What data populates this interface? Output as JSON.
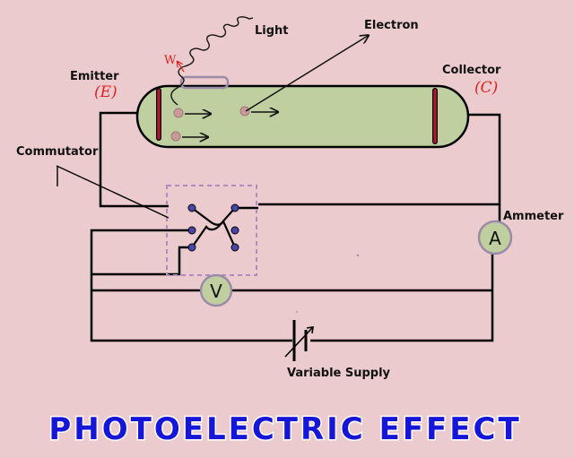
{
  "labels": {
    "light": "Light",
    "electron": "Electron",
    "emitter": "Emitter",
    "emitter_mark": "(E)",
    "collector": "Collector",
    "collector_mark": "(C)",
    "w_mark": "W",
    "commutator": "Commutator",
    "ammeter": "Ammeter",
    "ammeter_symbol": "A",
    "voltmeter_symbol": "V",
    "supply": "Variable Supply"
  },
  "title": "PHOTOELECTRIC EFFECT",
  "colors": {
    "background": "#ebcbcd",
    "tube": "#c0cfa0",
    "electrode": "#b01a2a",
    "title": "#1616d8",
    "hand_marks": "#e02020",
    "commutator_box": "#b08ac0",
    "terminal": "#4a45a8"
  }
}
